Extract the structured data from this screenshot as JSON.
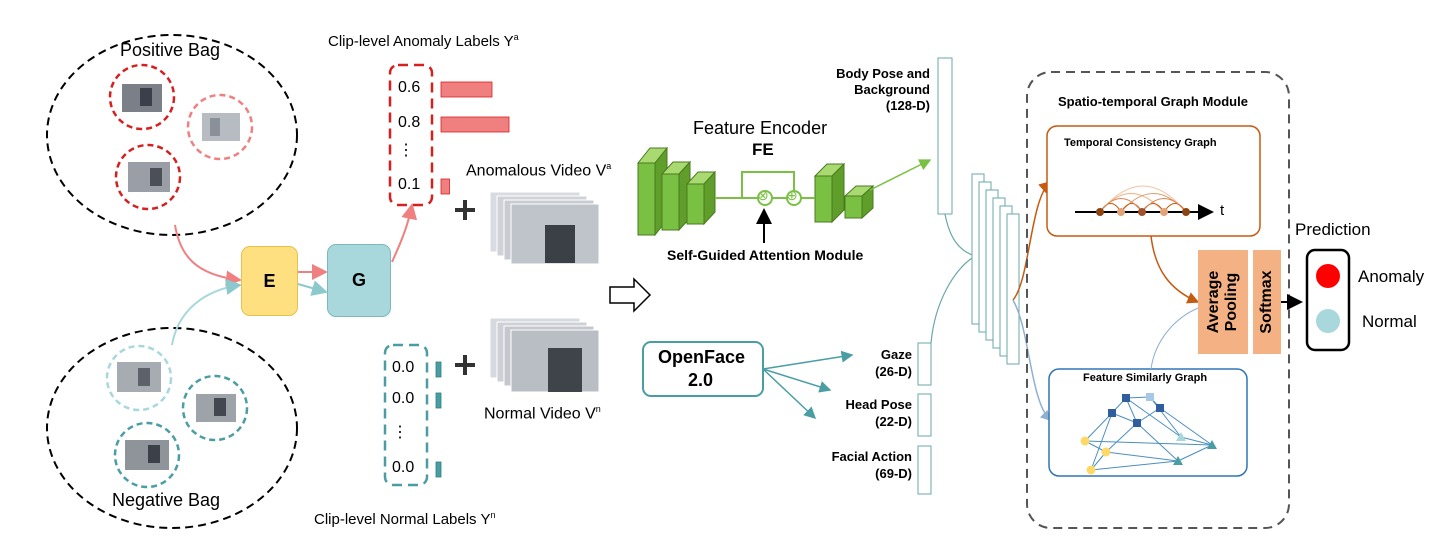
{
  "bags": {
    "positive": "Positive Bag",
    "negative": "Negative Bag"
  },
  "nodes": {
    "encoder": "E",
    "generator": "G"
  },
  "labels": {
    "anomaly_title": "Clip-level Anomaly Labels Y",
    "anomaly_sup": "a",
    "anomaly_values": [
      "0.6",
      "0.8",
      "⋮",
      "0.1"
    ],
    "normal_title": "Clip-level Normal Labels Y",
    "normal_sup": "n",
    "normal_values": [
      "0.0",
      "0.0",
      "⋮",
      "0.0"
    ]
  },
  "videos": {
    "anomalous": "Anomalous  Video V",
    "anomalous_sup": "a",
    "normal": "Normal Video V",
    "normal_sup": "n"
  },
  "encoder": {
    "title": "Feature Encoder",
    "abbr": "FE",
    "attention": "Self-Guided Attention Module",
    "multiply_symbol": "⊗",
    "add_symbol": "⊕"
  },
  "openface": {
    "line1": "OpenFace",
    "line2": "2.0"
  },
  "features": {
    "body_pose": [
      "Body Pose and",
      "Background",
      "(128-D)"
    ],
    "gaze": [
      "Gaze",
      "(26-D)"
    ],
    "head_pose": [
      "Head Pose",
      "(22-D)"
    ],
    "facial_action": [
      "Facial Action",
      "(69-D)"
    ]
  },
  "graph_module": {
    "title": "Spatio-temporal Graph Module",
    "temporal": "Temporal Consistency Graph",
    "temporal_axis": "t",
    "similarity": "Feature Similarly Graph"
  },
  "pooling": {
    "average": [
      "Average",
      "Pooling"
    ],
    "softmax": "Softmax"
  },
  "prediction": {
    "title": "Prediction",
    "anomaly": "Anomaly",
    "normal": "Normal",
    "anomaly_color": "#ff0000",
    "normal_color": "#a8d8dc"
  },
  "colors": {
    "red": "#e8363a",
    "light_red": "#f08080",
    "teal": "#4a9ea3",
    "light_teal": "#a8d8dc",
    "yellow": "#ffe080",
    "green": "#7ac143",
    "orange": "#f4b183",
    "graph_blue": "#2e5e9e"
  }
}
